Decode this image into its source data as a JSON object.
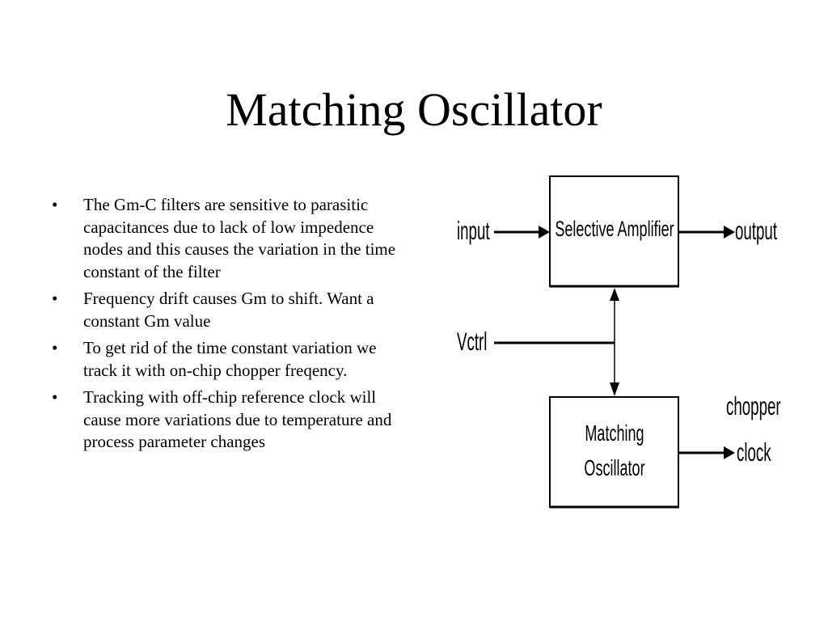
{
  "slide": {
    "title": "Matching Oscillator",
    "bullets": [
      {
        "marker": "•",
        "text": "The Gm-C filters are sensitive to parasitic capacitances due to lack of low impedence nodes and this causes the variation in the time constant of the filter"
      },
      {
        "marker": "•",
        "text": "Frequency drift causes Gm to shift. Want a constant Gm value"
      },
      {
        "marker": "•",
        "text": "To get rid of the time constant variation we track it with on-chip chopper freqency."
      },
      {
        "marker": "•",
        "text": "Tracking with off-chip reference clock will cause more variations due to  temperature and process parameter changes"
      }
    ]
  },
  "diagram": {
    "blocks": {
      "selective_amplifier": "Selective Amplifier",
      "matching_oscillator_line1": "Matching",
      "matching_oscillator_line2": "Oscillator"
    },
    "signals": {
      "input": "input",
      "output": "output",
      "vctrl": "Vctrl",
      "chopper_line1": "chopper",
      "chopper_line2": "clock"
    }
  }
}
